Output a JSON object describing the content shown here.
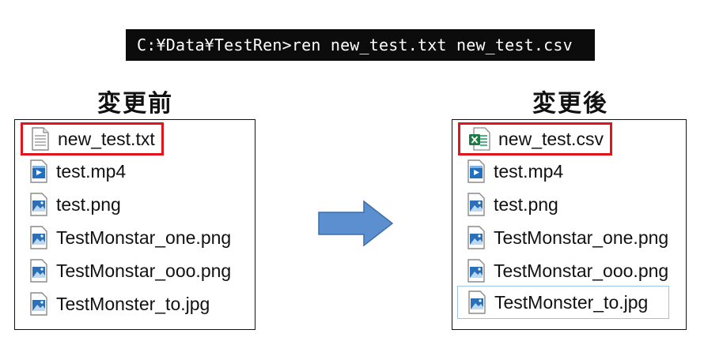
{
  "command": {
    "prompt": "C:¥Data¥TestRen",
    "input": ">ren new_test.txt new_test.csv"
  },
  "before": {
    "heading": "変更前",
    "files": [
      {
        "name": "new_test.txt",
        "icon": "text-file-icon"
      },
      {
        "name": "test.mp4",
        "icon": "video-file-icon"
      },
      {
        "name": "test.png",
        "icon": "image-file-icon"
      },
      {
        "name": "TestMonstar_one.png",
        "icon": "image-file-icon"
      },
      {
        "name": "TestMonstar_ooo.png",
        "icon": "image-file-icon"
      },
      {
        "name": "TestMonster_to.jpg",
        "icon": "image-file-icon"
      }
    ]
  },
  "after": {
    "heading": "変更後",
    "files": [
      {
        "name": "new_test.csv",
        "icon": "excel-file-icon"
      },
      {
        "name": "test.mp4",
        "icon": "video-file-icon"
      },
      {
        "name": "test.png",
        "icon": "image-file-icon"
      },
      {
        "name": "TestMonstar_one.png",
        "icon": "image-file-icon"
      },
      {
        "name": "TestMonstar_ooo.png",
        "icon": "image-file-icon"
      },
      {
        "name": "TestMonster_to.jpg",
        "icon": "image-file-icon"
      }
    ]
  },
  "colors": {
    "highlight": "#e0141c",
    "arrow": "#5b8fcf",
    "terminal_bg": "#0c0c0c"
  }
}
